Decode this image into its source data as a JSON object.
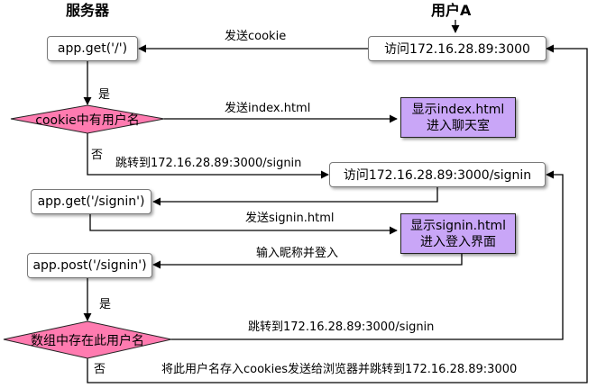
{
  "headers": {
    "server": "服务器",
    "user": "用户A"
  },
  "nodes": {
    "user_visit_root": "访问172.16.28.89:3000",
    "app_get_root": "app.get('/')",
    "decision_cookie": "cookie中有用户名",
    "show_index": [
      "显示index.html",
      "进入聊天室"
    ],
    "user_visit_signin": "访问172.16.28.89:3000/signin",
    "app_get_signin": "app.get('/signin')",
    "show_signin": [
      "显示signin.html",
      "进入登入界面"
    ],
    "app_post_signin": "app.post('/signin')",
    "decision_user": "数组中存在此用户名"
  },
  "edges": {
    "send_cookie": "发送cookie",
    "yes_1": "是",
    "send_index": "发送index.html",
    "no_1": "否",
    "redirect_signin_1": "跳转到172.16.28.89:3000/signin",
    "send_signin": "发送signin.html",
    "input_nickname": "输入昵称并登入",
    "yes_2": "是",
    "redirect_signin_2": "跳转到172.16.28.89:3000/signin",
    "no_2": "否",
    "save_cookie_redirect": "将此用户名存入cookies发送给浏览器并跳转到172.16.28.89:3000"
  },
  "colors": {
    "decision_fill": "#ff7bb0",
    "highlight_fill": "#c9a6f7",
    "line": "#000000"
  }
}
